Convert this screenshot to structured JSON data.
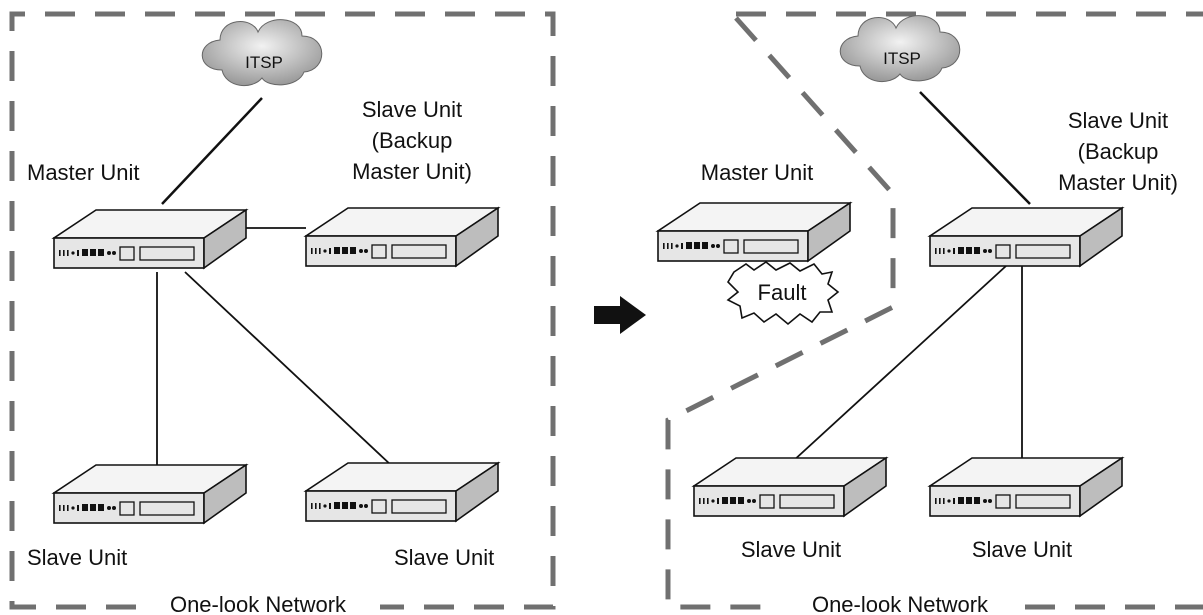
{
  "left_panel": {
    "cloud_label": "ITSP",
    "master_label": "Master Unit",
    "backup_label_line1": "Slave Unit",
    "backup_label_line2": "(Backup",
    "backup_label_line3": "Master Unit)",
    "slave_left_label": "Slave Unit",
    "slave_right_label": "Slave Unit",
    "network_label": "One-look Network"
  },
  "right_panel": {
    "cloud_label": "ITSP",
    "master_label": "Master Unit",
    "fault_label": "Fault",
    "backup_label_line1": "Slave Unit",
    "backup_label_line2": "(Backup",
    "backup_label_line3": "Master Unit)",
    "slave_left_label": "Slave Unit",
    "slave_right_label": "Slave Unit",
    "network_label": "One-look Network"
  }
}
